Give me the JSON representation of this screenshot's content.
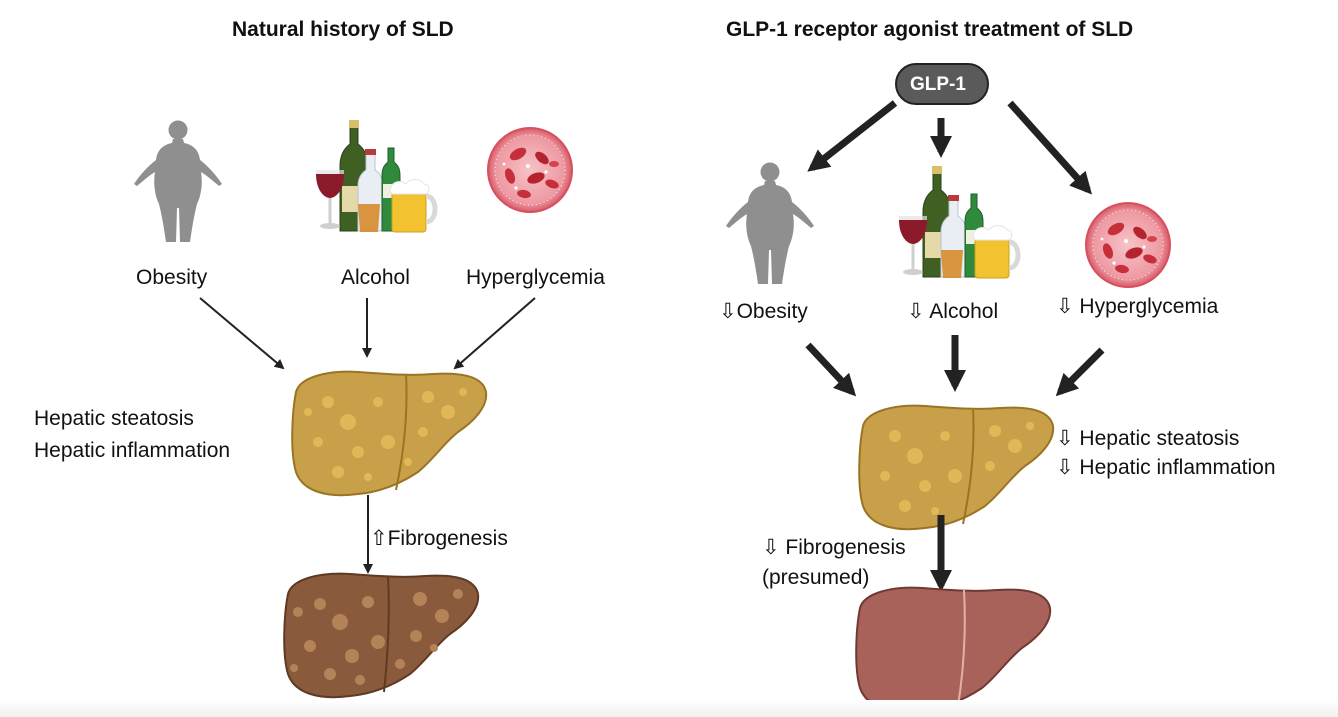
{
  "left_panel": {
    "title": "Natural history of SLD",
    "causes": [
      "Obesity",
      "Alcohol",
      "Hyperglycemia"
    ],
    "liver_effects": [
      "Hepatic steatosis",
      "Hepatic inflammation"
    ],
    "fibrosis_label": "⇧Fibrogenesis"
  },
  "right_panel": {
    "title": "GLP-1 receptor agonist treatment of SLD",
    "drug_label": "GLP-1",
    "causes": [
      "⇩Obesity",
      "⇩ Alcohol",
      "⇩ Hyperglycemia"
    ],
    "liver_effects": [
      "⇩ Hepatic steatosis",
      "⇩ Hepatic inflammation"
    ],
    "fibrosis_label": [
      "⇩ Fibrogenesis",
      "(presumed)"
    ]
  },
  "icons": {
    "body": "obese-body-icon",
    "alcohol": "alcohol-bottles-icon",
    "blood": "blood-glucose-icon",
    "fatty_liver": "fatty-liver-icon",
    "cirrhotic_liver": "cirrhotic-liver-icon",
    "healthy_liver": "healthy-liver-icon"
  },
  "colors": {
    "fatty_liver": "#c9a04a",
    "cirrhotic_liver": "#8a5a3c",
    "healthy_liver": "#a9625a",
    "glp1_pill": "#5a5a5a",
    "blood_cell": "#c62f3a",
    "body": "#8f8f8f"
  }
}
